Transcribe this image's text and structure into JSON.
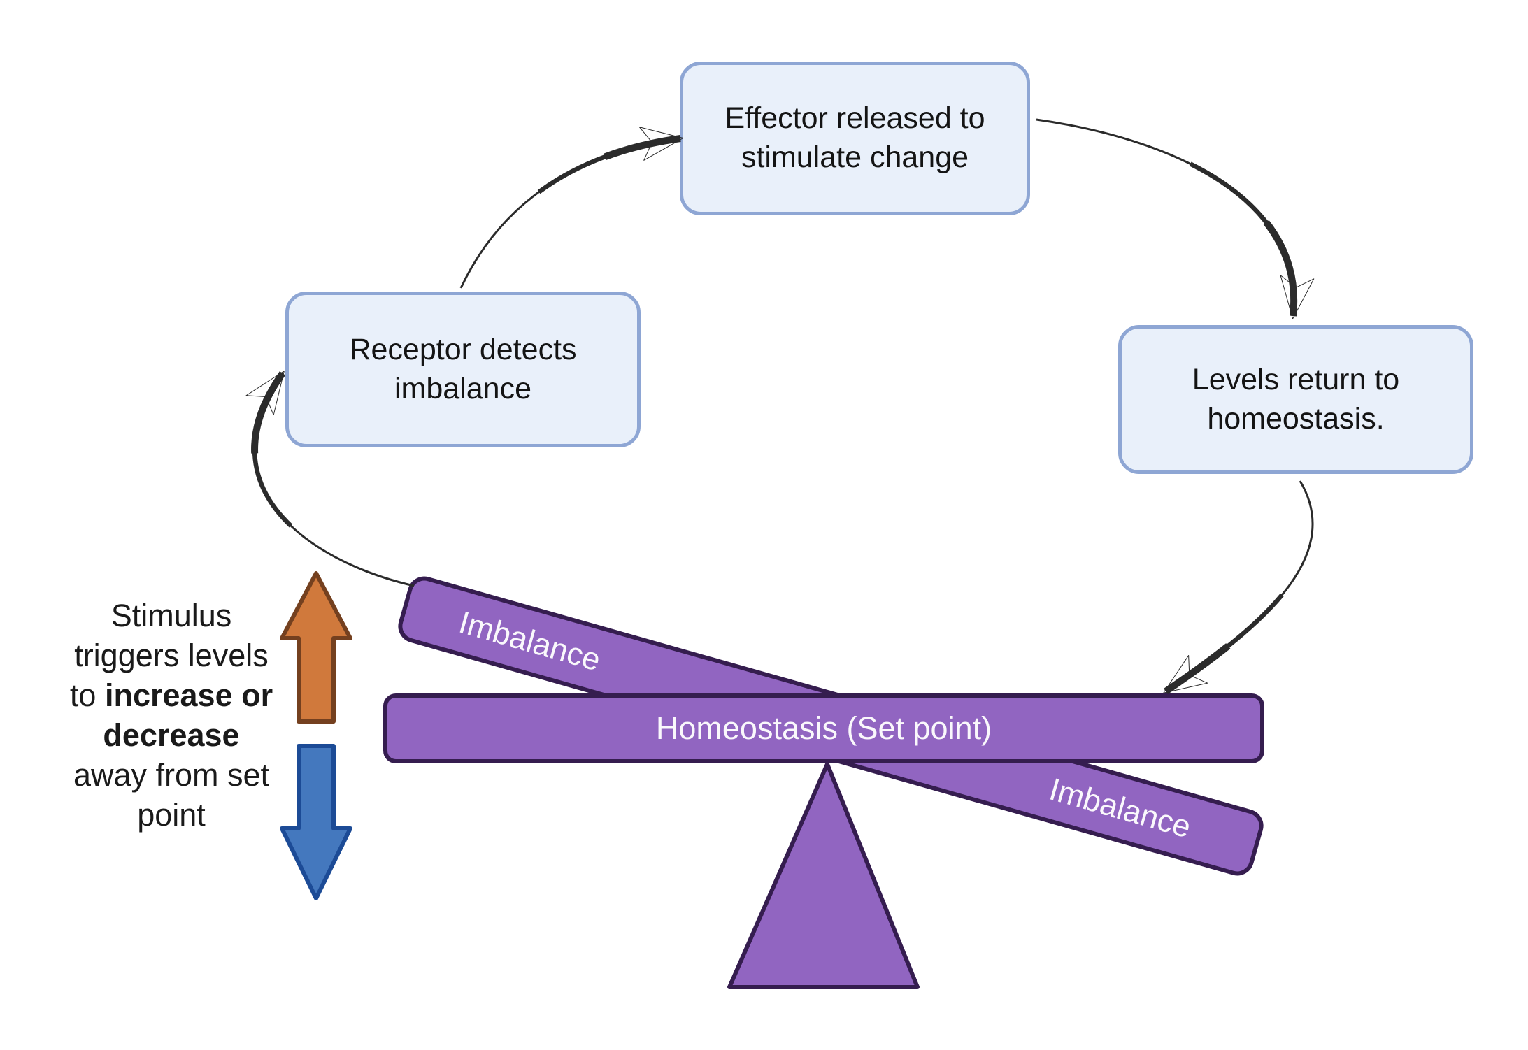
{
  "title": "Homeostasis negative feedback loop diagram",
  "colors": {
    "box_fill": "#e9f0fa",
    "box_border": "#8ea6d4",
    "purple_fill": "#9165c1",
    "purple_border": "#351d4f",
    "ink": "#2b2b2b",
    "orange_fill": "#d0793c",
    "orange_border": "#74401f",
    "blue_fill": "#4478be",
    "blue_border": "#1c4b96",
    "text_dark": "#141414",
    "text_light": "#faf8fc"
  },
  "boxes": {
    "effector": {
      "label": "Effector released to stimulate change"
    },
    "receptor": {
      "label": "Receptor detects imbalance"
    },
    "levels": {
      "label": "Levels return to homeostasis."
    }
  },
  "seesaw": {
    "beam_label": "Homeostasis (Set point)",
    "tilted_label_upper": "Imbalance",
    "tilted_label_lower": "Imbalance"
  },
  "caption": {
    "lines": [
      [
        {
          "t": "Stimulus"
        }
      ],
      [
        {
          "t": "triggers levels"
        }
      ],
      [
        {
          "t": "to "
        },
        {
          "t": "increase or",
          "b": true
        }
      ],
      [
        {
          "t": "decrease",
          "b": true
        }
      ],
      [
        {
          "t": "away from set"
        }
      ],
      [
        {
          "t": "point"
        }
      ]
    ]
  },
  "icons": {
    "up_arrow": "orange up arrow (levels increase)",
    "down_arrow": "blue down arrow (levels decrease)",
    "fulcrum": "purple triangle fulcrum",
    "cycle_arrows": "black curved tapered arrows forming feedback cycle"
  }
}
